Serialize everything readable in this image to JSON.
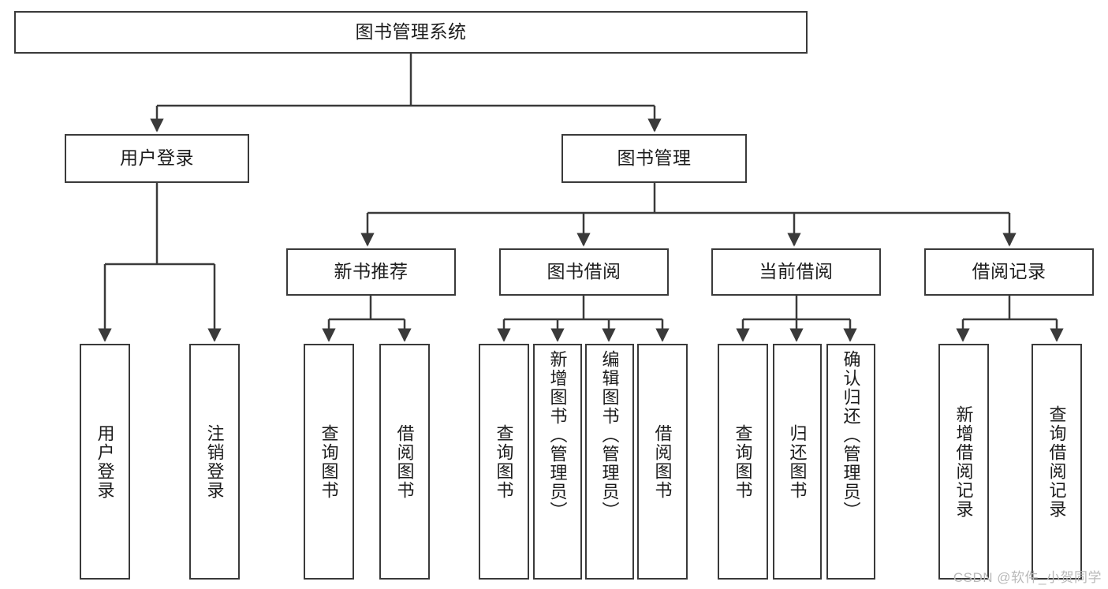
{
  "diagram": {
    "title": "图书管理系统",
    "background_color": "#ffffff",
    "node_border_color": "#3a3a3a",
    "node_fill_color": "#ffffff",
    "edge_color": "#3a3a3a"
  },
  "nodes": {
    "root": {
      "label": "图书管理系统"
    },
    "level2": [
      {
        "label": "用户登录"
      },
      {
        "label": "图书管理"
      }
    ],
    "level3": [
      {
        "label": "新书推荐"
      },
      {
        "label": "图书借阅"
      },
      {
        "label": "当前借阅"
      },
      {
        "label": "借阅记录"
      }
    ],
    "leaves": {
      "user_login": [
        {
          "label": "用户登录"
        },
        {
          "label": "注销登录"
        }
      ],
      "new_book_recommend": [
        {
          "label": "查询图书"
        },
        {
          "label": "借阅图书"
        }
      ],
      "book_borrow": [
        {
          "label": "查询图书"
        },
        {
          "label": "新增图书（管理员）"
        },
        {
          "label": "编辑图书（管理员）"
        },
        {
          "label": "借阅图书"
        }
      ],
      "current_borrow": [
        {
          "label": "查询图书"
        },
        {
          "label": "归还图书"
        },
        {
          "label": "确认归还（管理员）"
        }
      ],
      "borrow_record": [
        {
          "label": "新增借阅记录"
        },
        {
          "label": "查询借阅记录"
        }
      ]
    }
  },
  "watermark": {
    "text": "CSDN @软件_小贺同学"
  }
}
